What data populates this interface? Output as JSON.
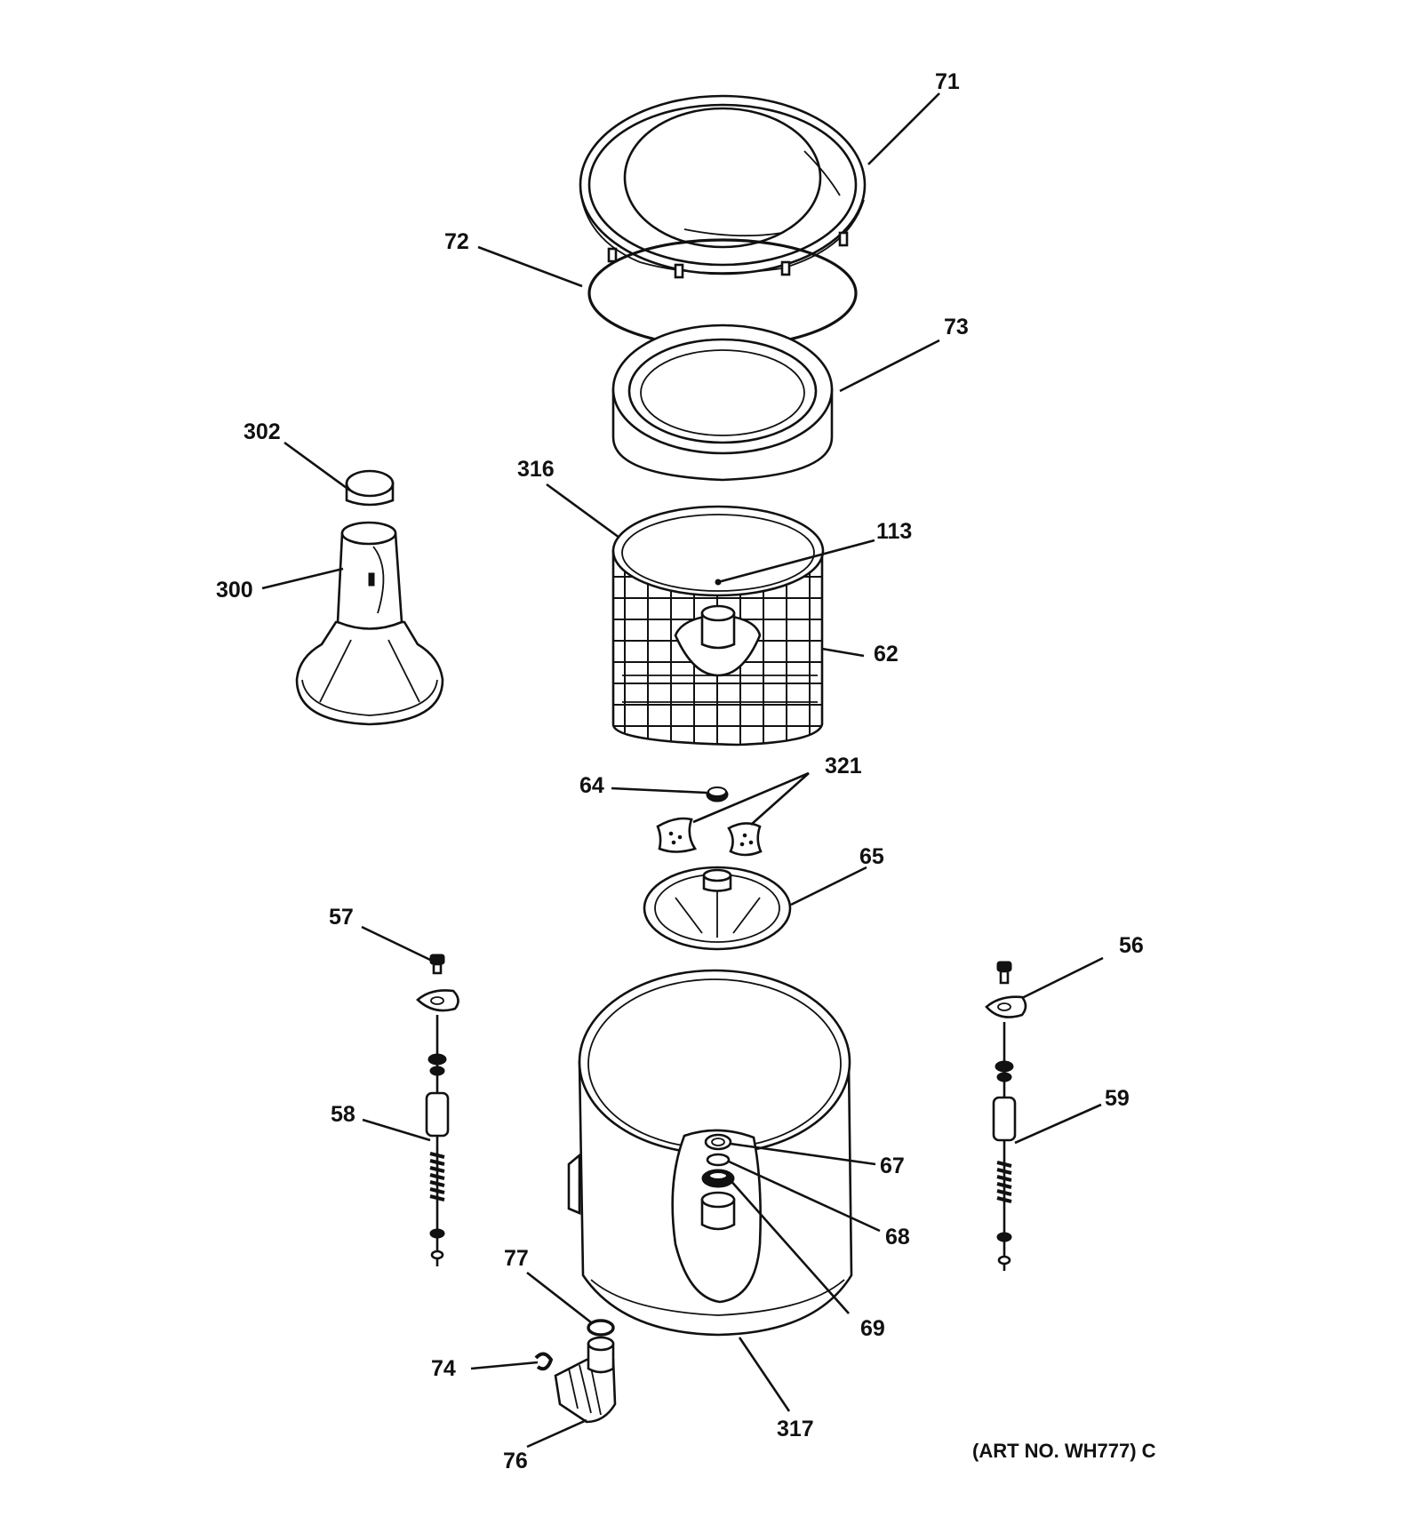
{
  "diagram": {
    "art_number": "(ART NO. WH777) C",
    "callouts": [
      {
        "id": "71",
        "text": "71"
      },
      {
        "id": "72",
        "text": "72"
      },
      {
        "id": "73",
        "text": "73"
      },
      {
        "id": "302",
        "text": "302"
      },
      {
        "id": "316",
        "text": "316"
      },
      {
        "id": "113",
        "text": "113"
      },
      {
        "id": "300",
        "text": "300"
      },
      {
        "id": "62",
        "text": "62"
      },
      {
        "id": "64",
        "text": "64"
      },
      {
        "id": "321",
        "text": "321"
      },
      {
        "id": "65",
        "text": "65"
      },
      {
        "id": "57",
        "text": "57"
      },
      {
        "id": "56",
        "text": "56"
      },
      {
        "id": "58",
        "text": "58"
      },
      {
        "id": "59",
        "text": "59"
      },
      {
        "id": "67",
        "text": "67"
      },
      {
        "id": "68",
        "text": "68"
      },
      {
        "id": "69",
        "text": "69"
      },
      {
        "id": "77",
        "text": "77"
      },
      {
        "id": "74",
        "text": "74"
      },
      {
        "id": "317",
        "text": "317"
      },
      {
        "id": "76",
        "text": "76"
      }
    ]
  }
}
